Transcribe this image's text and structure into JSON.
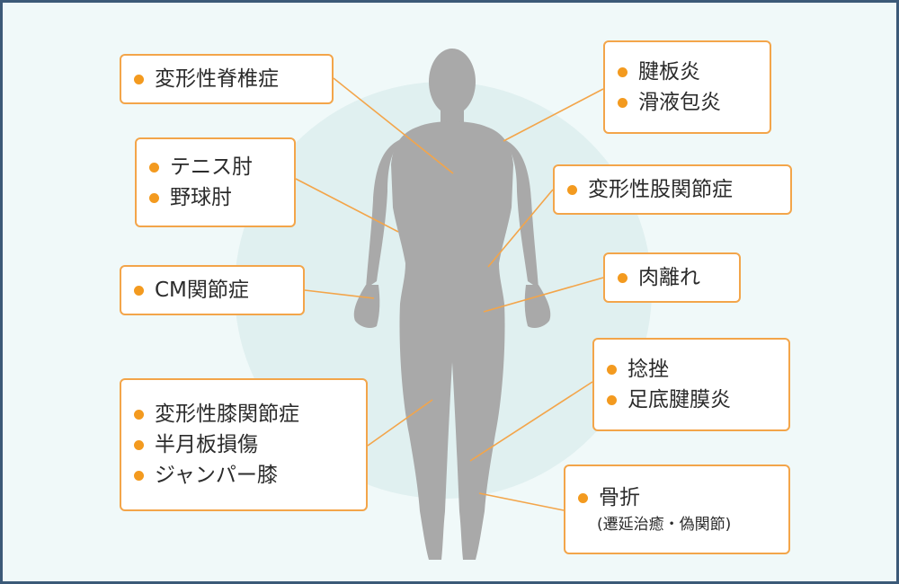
{
  "boxes": {
    "spine": [
      "変形性脊椎症"
    ],
    "elbow": [
      "テニス肘",
      "野球肘"
    ],
    "cm": [
      "CM関節症"
    ],
    "knee": [
      "変形性膝関節症",
      "半月板損傷",
      "ジャンパー膝"
    ],
    "shoulder": [
      "腱板炎",
      "滑液包炎"
    ],
    "hip": [
      "変形性股関節症"
    ],
    "muscle": [
      "肉離れ"
    ],
    "ankle": [
      "捻挫",
      "足底腱膜炎"
    ],
    "fracture": {
      "label": "骨折",
      "sub": "(遷延治癒・偽関節)"
    }
  },
  "colors": {
    "border": "#3c5a78",
    "background": "#f0f9f9",
    "circle": "#e0f0f0",
    "silhouette": "#a9a9a9",
    "accent": "#f3a54a",
    "bullet": "#f39a1f"
  }
}
